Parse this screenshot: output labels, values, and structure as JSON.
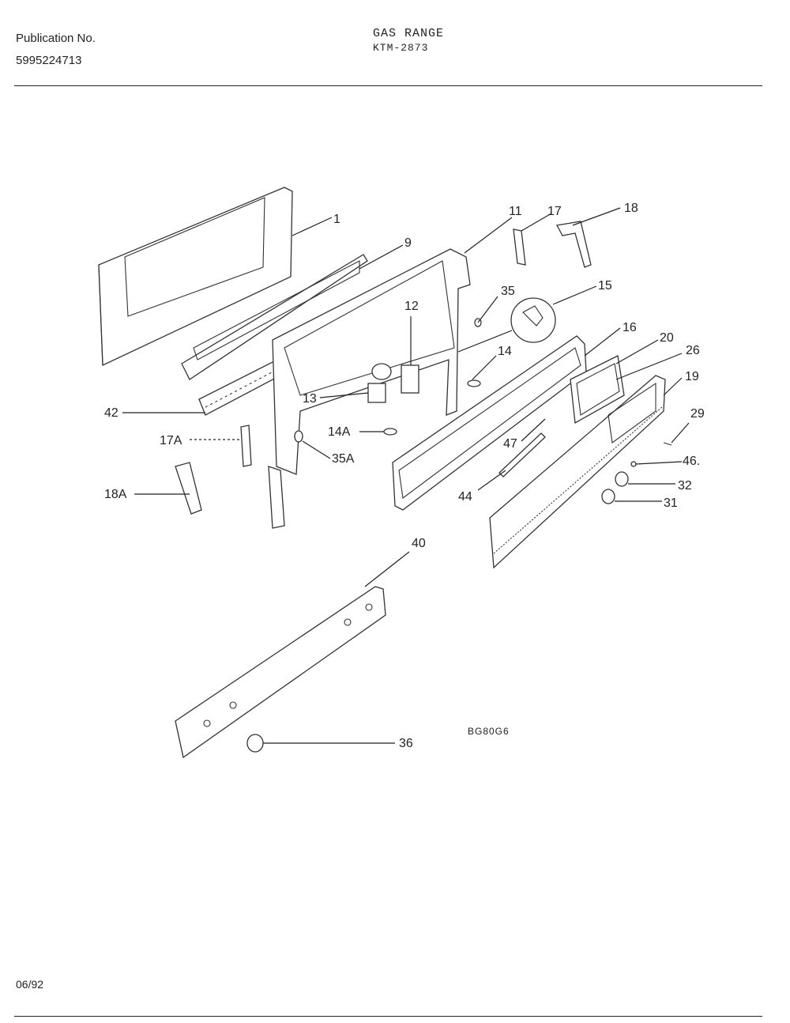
{
  "header": {
    "publication_label": "Publication No.",
    "publication_number": "5995224713",
    "title": "GAS  RANGE",
    "model": "KTM-2873"
  },
  "footer": {
    "date": "06/92"
  },
  "diagram": {
    "code": "BG80G6",
    "labels": {
      "p1": "1",
      "p9": "9",
      "p11": "11",
      "p17": "17",
      "p18": "18",
      "p35": "35",
      "p15": "15",
      "p12": "12",
      "p14": "14",
      "p16": "16",
      "p20": "20",
      "p26": "26",
      "p19": "19",
      "p13": "13",
      "p42": "42",
      "p14A": "14A",
      "p17A": "17A",
      "p35A": "35A",
      "p47": "47",
      "p29": "29",
      "p46": "46.",
      "p44": "44",
      "p32": "32",
      "p31": "31",
      "p18A": "18A",
      "p40": "40",
      "p36": "36"
    }
  }
}
